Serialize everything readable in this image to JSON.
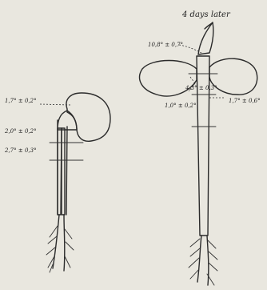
{
  "seedling_young": {
    "labels": [
      "1,7° ± 0,2°",
      "2,0° ± 0,2°",
      "2,7° ± 0,3°"
    ]
  },
  "seedling_older": {
    "title": "4 days later",
    "labels": [
      "10,8° ± 0,7°",
      "4,3° ± 0,3°",
      "1,7° ± 0,6°",
      "1,0° ± 0,2°"
    ]
  }
}
